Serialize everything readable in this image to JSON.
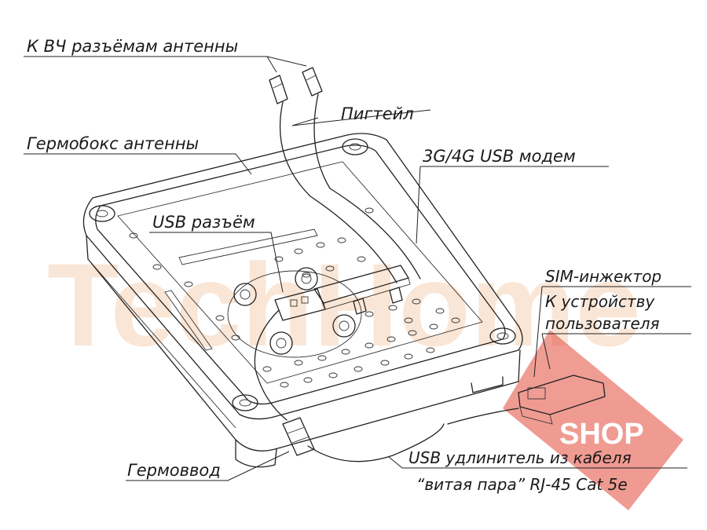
{
  "labels": {
    "rf_connectors": "К ВЧ разъёмам антенны",
    "pigtail": "Пигтейл",
    "enclosure": "Гермобокс антенны",
    "modem": "3G/4G USB модем",
    "usb_port": "USB разъём",
    "sim_injector": "SIM-инжектор",
    "to_device_1": "К устройству",
    "to_device_2": "пользователя",
    "cable_gland": "Гермоввод",
    "extender_1": "USB удлинитель из кабеля",
    "extender_2": "“витая пара” RJ-45 Cat 5e"
  },
  "watermark": {
    "brand": "TechHome",
    "shop": "SHOP",
    "color": "#f6c9a6",
    "shop_color": "#e24a3a"
  }
}
